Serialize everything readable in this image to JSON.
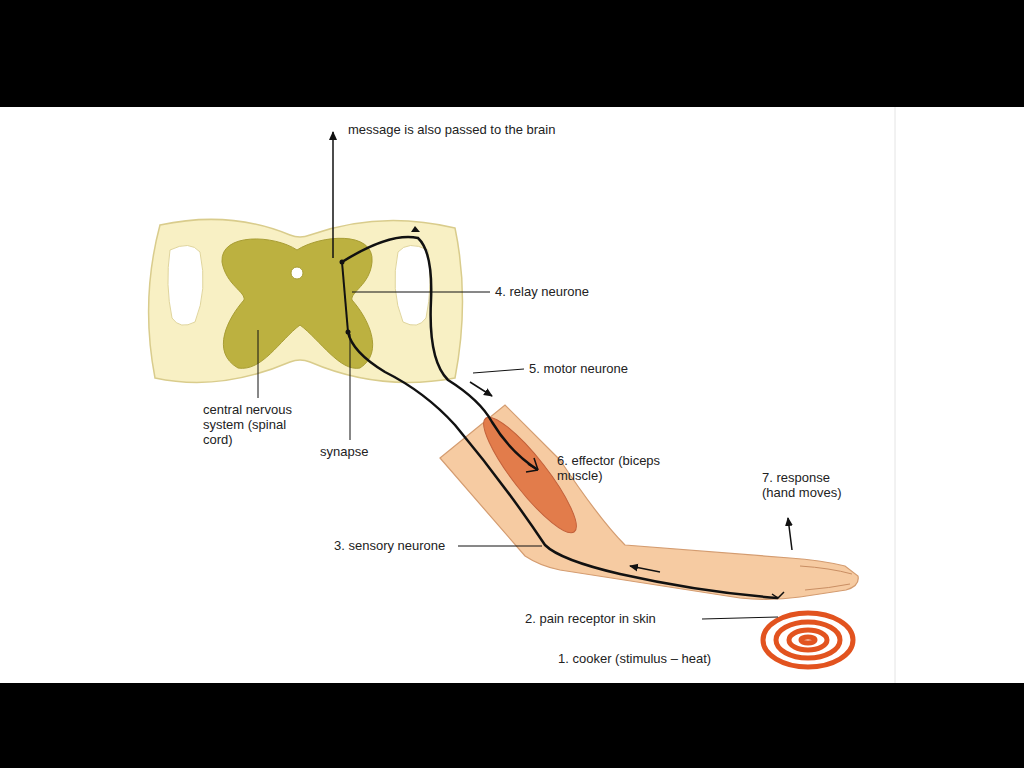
{
  "diagram": {
    "labels": [
      "message is also passed to the brain",
      "4. relay neurone",
      "5. motor neurone",
      "central nervous system (spinal cord)",
      "synapse",
      "6. effector (biceps muscle)",
      "7. response (hand moves)",
      "3. sensory neurone",
      "2. pain receptor in skin",
      "1. cooker (stimulus – heat)"
    ]
  }
}
